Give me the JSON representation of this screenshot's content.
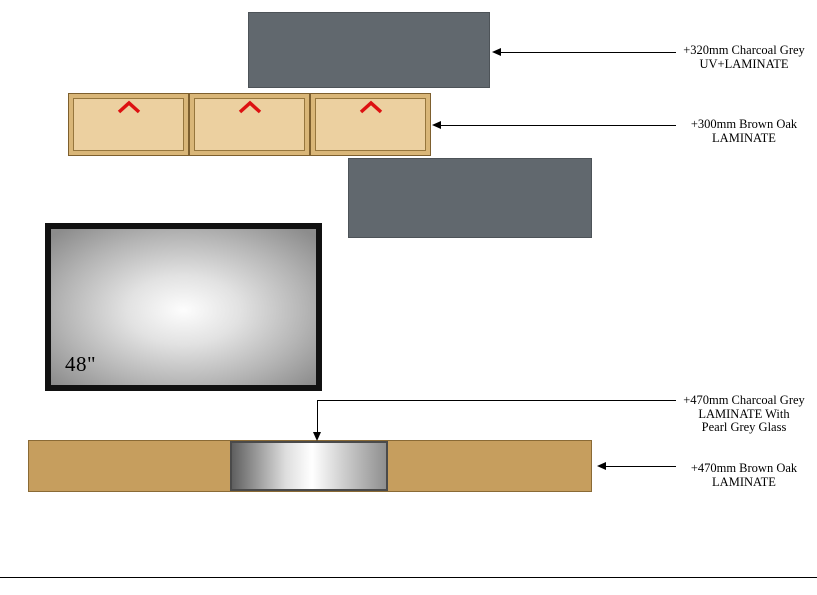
{
  "drawing": {
    "tv_size_label": "48\"",
    "annotations": {
      "top_panel": {
        "lines": [
          "+320mm Charcoal Grey",
          "UV+LAMINATE"
        ]
      },
      "cabinet_row": {
        "lines": [
          "+300mm Brown Oak",
          "LAMINATE"
        ]
      },
      "glass_panel": {
        "lines": [
          "+470mm Charcoal Grey",
          "LAMINATE With",
          "Pearl Grey Glass"
        ]
      },
      "bottom_shelf": {
        "lines": [
          "+470mm Brown Oak",
          "LAMINATE"
        ]
      }
    },
    "colors": {
      "charcoal_grey": "#61686e",
      "brown_oak": "#c69e5e",
      "cabinet_tan": "#ecd0a0",
      "marker_red": "#dd1111",
      "leader_black": "#000000"
    }
  }
}
